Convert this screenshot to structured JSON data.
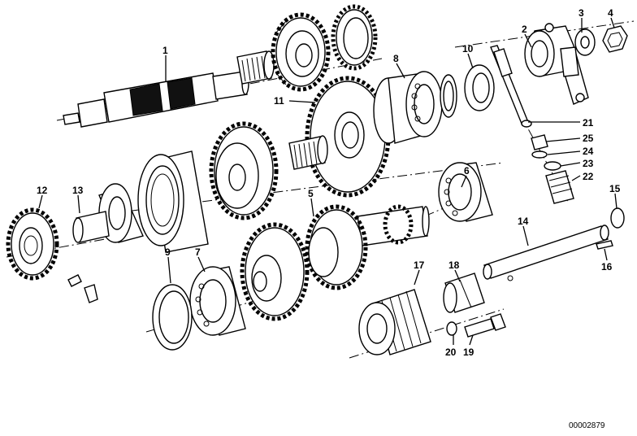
{
  "diagram": {
    "callouts": [
      {
        "id": "c1",
        "text": "1"
      },
      {
        "id": "c2",
        "text": "2"
      },
      {
        "id": "c3",
        "text": "3"
      },
      {
        "id": "c4",
        "text": "4"
      },
      {
        "id": "c5",
        "text": "5"
      },
      {
        "id": "c6",
        "text": "6"
      },
      {
        "id": "c7",
        "text": "7"
      },
      {
        "id": "c8",
        "text": "8"
      },
      {
        "id": "c9",
        "text": "9"
      },
      {
        "id": "c10",
        "text": "10"
      },
      {
        "id": "c11",
        "text": "11"
      },
      {
        "id": "c12",
        "text": "12"
      },
      {
        "id": "c13",
        "text": "13"
      },
      {
        "id": "c14",
        "text": "14"
      },
      {
        "id": "c15",
        "text": "15"
      },
      {
        "id": "c16",
        "text": "16"
      },
      {
        "id": "c17",
        "text": "17"
      },
      {
        "id": "c18",
        "text": "18"
      },
      {
        "id": "c19",
        "text": "19"
      },
      {
        "id": "c20",
        "text": "20"
      },
      {
        "id": "c21",
        "text": "21"
      },
      {
        "id": "c22",
        "text": "22"
      },
      {
        "id": "c23",
        "text": "23"
      },
      {
        "id": "c24",
        "text": "24"
      },
      {
        "id": "c25",
        "text": "25"
      }
    ],
    "reference_number": "00002879"
  }
}
